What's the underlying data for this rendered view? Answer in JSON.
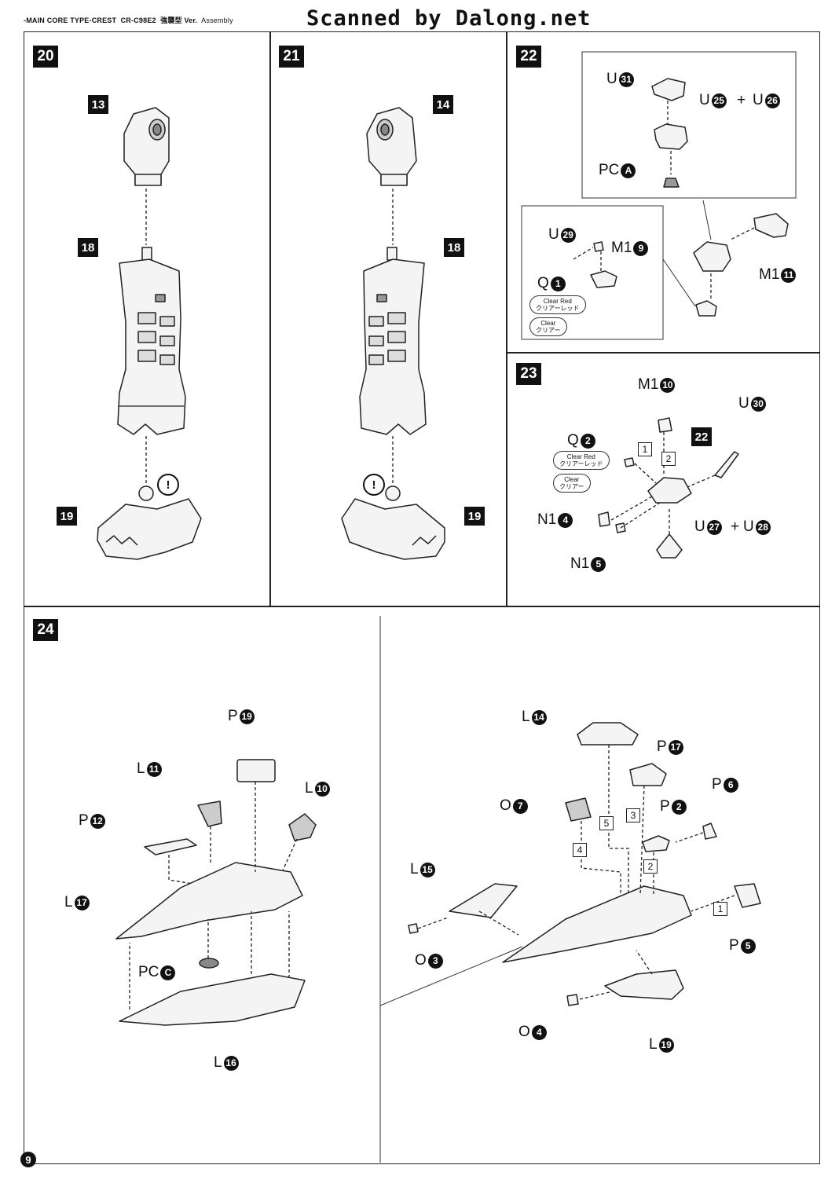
{
  "header": {
    "title": "-MAIN CORE TYPE-CREST",
    "model": "CR-C98E2",
    "variant": "強襲型 Ver.",
    "section": "Assembly"
  },
  "watermark": "Scanned by Dalong.net",
  "page_number": "9",
  "steps": {
    "s20": "20",
    "s21": "21",
    "s22": "22",
    "s23": "23",
    "s24": "24"
  },
  "step20": {
    "tag_head": "13",
    "tag_torso": "18",
    "tag_base": "19",
    "caution": "!"
  },
  "step21": {
    "tag_head": "14",
    "tag_torso": "18",
    "tag_base": "19",
    "caution": "!"
  },
  "step22": {
    "u31": {
      "l": "U",
      "n": "31"
    },
    "u25": {
      "l": "U",
      "n": "25"
    },
    "plus": "+",
    "u26": {
      "l": "U",
      "n": "26"
    },
    "pca": {
      "l": "PC",
      "n": "A"
    },
    "u29": {
      "l": "U",
      "n": "29"
    },
    "m19": {
      "l": "M1",
      "n": "9"
    },
    "q1": {
      "l": "Q",
      "n": "1"
    },
    "m111": {
      "l": "M1",
      "n": "11"
    },
    "clear_red": "Clear Red",
    "clear_red_jp": "クリアーレッド",
    "clear": "Clear",
    "clear_jp": "クリアー"
  },
  "step23": {
    "m110": {
      "l": "M1",
      "n": "10"
    },
    "u30": {
      "l": "U",
      "n": "30"
    },
    "q2": {
      "l": "Q",
      "n": "2"
    },
    "ref22": "22",
    "n14": {
      "l": "N1",
      "n": "4"
    },
    "n15": {
      "l": "N1",
      "n": "5"
    },
    "u27": {
      "l": "U",
      "n": "27"
    },
    "plus": "+",
    "u28": {
      "l": "U",
      "n": "28"
    },
    "seq1": "1",
    "seq2": "2",
    "clear_red": "Clear Red",
    "clear_red_jp": "クリアーレッド",
    "clear": "Clear",
    "clear_jp": "クリアー"
  },
  "step24a": {
    "p19": {
      "l": "P",
      "n": "19"
    },
    "l11": {
      "l": "L",
      "n": "11"
    },
    "l10": {
      "l": "L",
      "n": "10"
    },
    "p12": {
      "l": "P",
      "n": "12"
    },
    "l17": {
      "l": "L",
      "n": "17"
    },
    "pcc": {
      "l": "PC",
      "n": "C"
    },
    "l16": {
      "l": "L",
      "n": "16"
    }
  },
  "step24b": {
    "l14": {
      "l": "L",
      "n": "14"
    },
    "p17": {
      "l": "P",
      "n": "17"
    },
    "p6": {
      "l": "P",
      "n": "6"
    },
    "o7": {
      "l": "O",
      "n": "7"
    },
    "p2": {
      "l": "P",
      "n": "2"
    },
    "l15": {
      "l": "L",
      "n": "15"
    },
    "o3": {
      "l": "O",
      "n": "3"
    },
    "p5": {
      "l": "P",
      "n": "5"
    },
    "o4": {
      "l": "O",
      "n": "4"
    },
    "l19": {
      "l": "L",
      "n": "19"
    },
    "seq1": "1",
    "seq2": "2",
    "seq3": "3",
    "seq4": "4",
    "seq5": "5"
  }
}
